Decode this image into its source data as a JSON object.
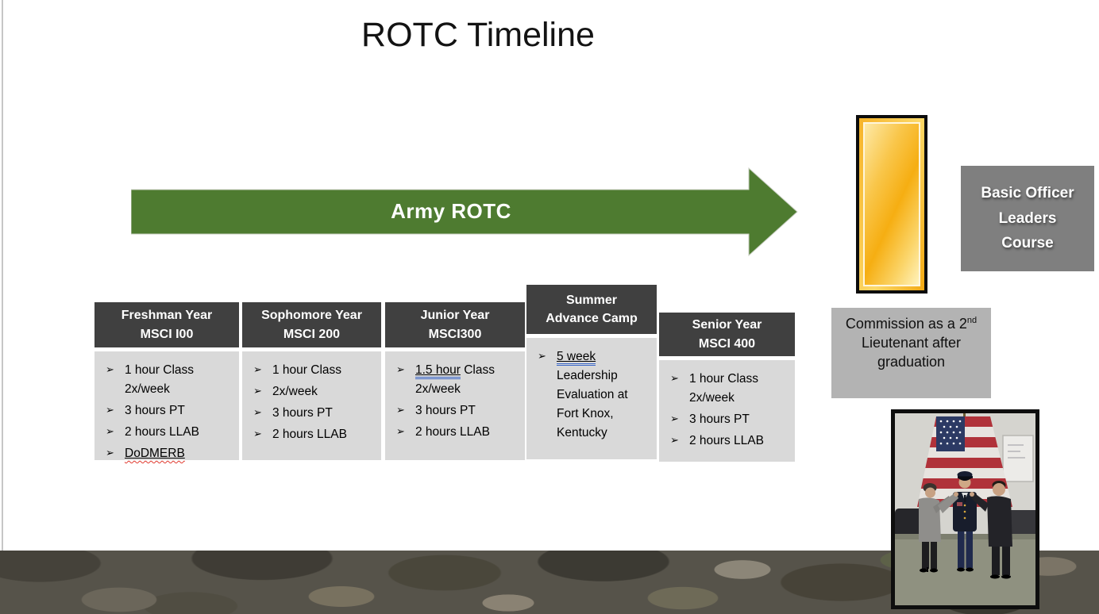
{
  "slide": {
    "title": "ROTC Timeline"
  },
  "arrow": {
    "label": "Army ROTC"
  },
  "bullet_glyph": "➢",
  "colors": {
    "arrow_green": "#4e7b30",
    "box_header_dark": "#404040",
    "box_body_gray": "#d9d9d9",
    "bolc_gray": "#7f7f7f",
    "commission_gray": "#b3b3b3",
    "insignia_gold": "#f6ae12",
    "insignia_border": "#0c0c0c"
  },
  "timeline_boxes": [
    {
      "header_line1": "Freshman Year",
      "header_line2": "MSCI I00",
      "bullets": {
        "b1": "1 hour  Class 2x/week",
        "b2": "3 hours PT",
        "b3": "2 hours LLAB",
        "b4": "DoDMERB"
      }
    },
    {
      "header_line1": "Sophomore Year",
      "header_line2": "MSCI 200",
      "bullets": {
        "b1": "1 hour Class",
        "b2": "2x/week",
        "b3": "3 hours PT",
        "b4": "2 hours LLAB"
      }
    },
    {
      "header_line1": "Junior Year",
      "header_line2": "MSCI300",
      "bullets": {
        "b1_underlined": "1.5 hour",
        "b1_rest": "  Class 2x/week",
        "b2": "3 hours PT",
        "b3": "2 hours LLAB"
      }
    },
    {
      "header_line1": "Summer",
      "header_line2": "Advance Camp",
      "bullets": {
        "b1_underlined": "5 week",
        "b1_rest": " Leadership Evaluation at Fort Knox, Kentucky"
      }
    },
    {
      "header_line1": "Senior Year",
      "header_line2": "MSCI 400",
      "bullets": {
        "b1": "1 hour Class 2x/week",
        "b2": "3 hours PT",
        "b3": "2 hours LLAB"
      }
    }
  ],
  "insignia": {
    "name": "second-lieutenant-gold-bar"
  },
  "bolc": {
    "line1": "Basic Officer",
    "line2": "Leaders",
    "line3": "Course"
  },
  "commission": {
    "pre": "Commission as a 2",
    "sup": "nd",
    "rest": " Lieutenant after graduation"
  },
  "photo": {
    "name": "commissioning-ceremony-photo"
  }
}
